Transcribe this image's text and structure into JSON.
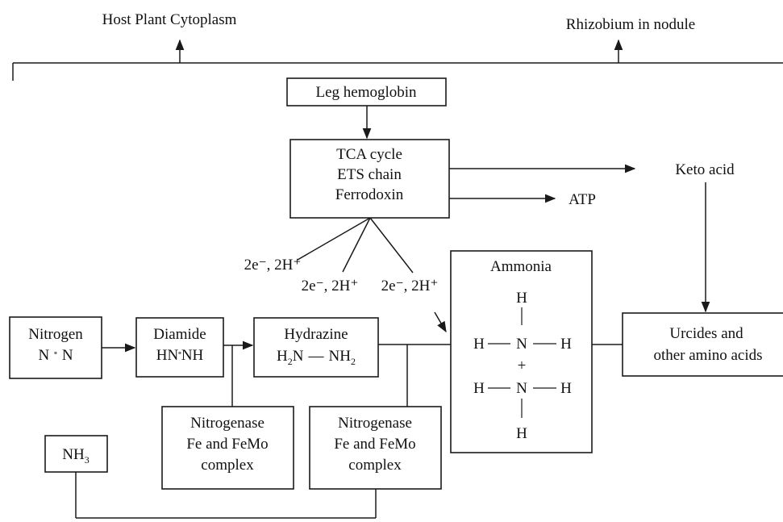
{
  "header": {
    "left_label": "Host Plant Cytoplasm",
    "right_label": "Rhizobium in nodule"
  },
  "leg_hemoglobin": "Leg hemoglobin",
  "respiration": {
    "line1": "TCA cycle",
    "line2": "ETS chain",
    "line3": "Ferrodoxin"
  },
  "products": {
    "keto_acid": "Keto acid",
    "atp": "ATP"
  },
  "electron_inputs": {
    "label_1": "2e⁻, 2H⁺",
    "label_2": "2e⁻, 2H⁺",
    "label_3": "2e⁻, 2H⁺"
  },
  "nitrogen": {
    "line1": "Nitrogen",
    "line2_left": "N",
    "bond": "º",
    "line2_right": "N"
  },
  "diamide": {
    "line1": "Diamide",
    "line2_left": "HN",
    "bond": "º",
    "line2_right": "NH"
  },
  "hydrazine": {
    "line1": "Hydrazine",
    "atom": "H",
    "sub": "2",
    "n_left": "N",
    "bond": "—",
    "n_right": "NH",
    "sub_right": "2"
  },
  "ammonia": {
    "title": "Ammonia",
    "h": "H",
    "n": "N",
    "bond_h": "—",
    "bond_v": "|",
    "plus": "+"
  },
  "ureides": {
    "line1": "Urcides and",
    "line2": "other amino acids"
  },
  "nitrogenase_1": {
    "line1": "Nitrogenase",
    "line2": "Fe and FeMo",
    "line3": "complex"
  },
  "nitrogenase_2": {
    "line1": "Nitrogenase",
    "line2": "Fe and FeMo",
    "line3": "complex"
  },
  "nh3": {
    "atom": "NH",
    "sub": "3"
  }
}
